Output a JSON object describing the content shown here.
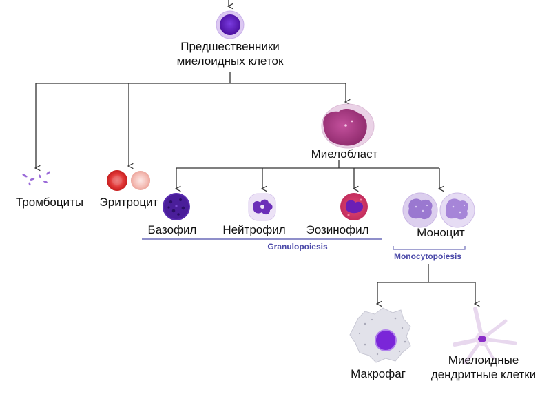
{
  "nodes": {
    "progenitor": {
      "line1": "Предшественники",
      "line2": "миелоидных клеток"
    },
    "myeloblast": "Миелобласт",
    "platelets": "Тромбоциты",
    "erythrocyte": "Эритроцит",
    "basophil": "Базофил",
    "neutrophil": "Нейтрофил",
    "eosinophil": "Эозинофил",
    "monocyte": "Моноцит",
    "macrophage": "Макрофаг",
    "dendritic": {
      "line1": "Миелоидные",
      "line2": "дендритные клетки"
    }
  },
  "processes": {
    "granulopoiesis": "Granulopoiesis",
    "monocytopoiesis": "Monocytopoiesis"
  },
  "colors": {
    "line": "#333333",
    "process_label": "#4a48a8",
    "bracket": "#6a6ab8",
    "cell_purple": "#6b1fb5",
    "erythrocyte_red": "#d42a2a",
    "myeloblast_magenta": "#a8337f"
  }
}
